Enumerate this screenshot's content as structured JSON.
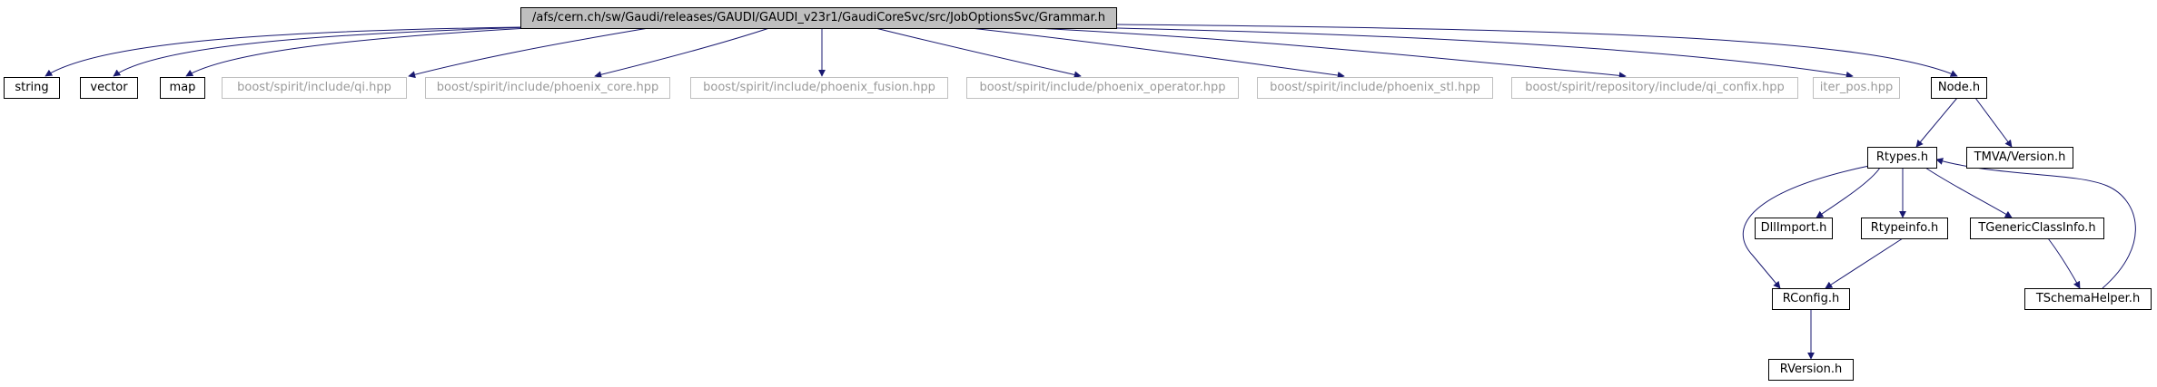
{
  "graph": {
    "root": "/afs/cern.ch/sw/Gaudi/releases/GAUDI/GAUDI_v23r1/GaudiCoreSvc/src/JobOptionsSvc/Grammar.h",
    "nodes": {
      "string": "string",
      "vector": "vector",
      "map": "map",
      "qi": "boost/spirit/include/qi.hpp",
      "phoenix_core": "boost/spirit/include/phoenix_core.hpp",
      "phoenix_fusion": "boost/spirit/include/phoenix_fusion.hpp",
      "phoenix_operator": "boost/spirit/include/phoenix_operator.hpp",
      "phoenix_stl": "boost/spirit/include/phoenix_stl.hpp",
      "qi_confix": "boost/spirit/repository/include/qi_confix.hpp",
      "iter_pos": "iter_pos.hpp",
      "node_h": "Node.h",
      "rtypes": "Rtypes.h",
      "tmva_version": "TMVA/Version.h",
      "dllimport": "DllImport.h",
      "rtypeinfo": "Rtypeinfo.h",
      "tgenericclassinfo": "TGenericClassInfo.h",
      "rconfig": "RConfig.h",
      "tschemahelper": "TSchemaHelper.h",
      "rversion": "RVersion.h"
    }
  },
  "colors": {
    "edge": "#191970",
    "node_border": "#000000",
    "external_border": "#bfbfbf",
    "external_text": "#9a9a9a",
    "root_fill": "#bfbfbf"
  }
}
